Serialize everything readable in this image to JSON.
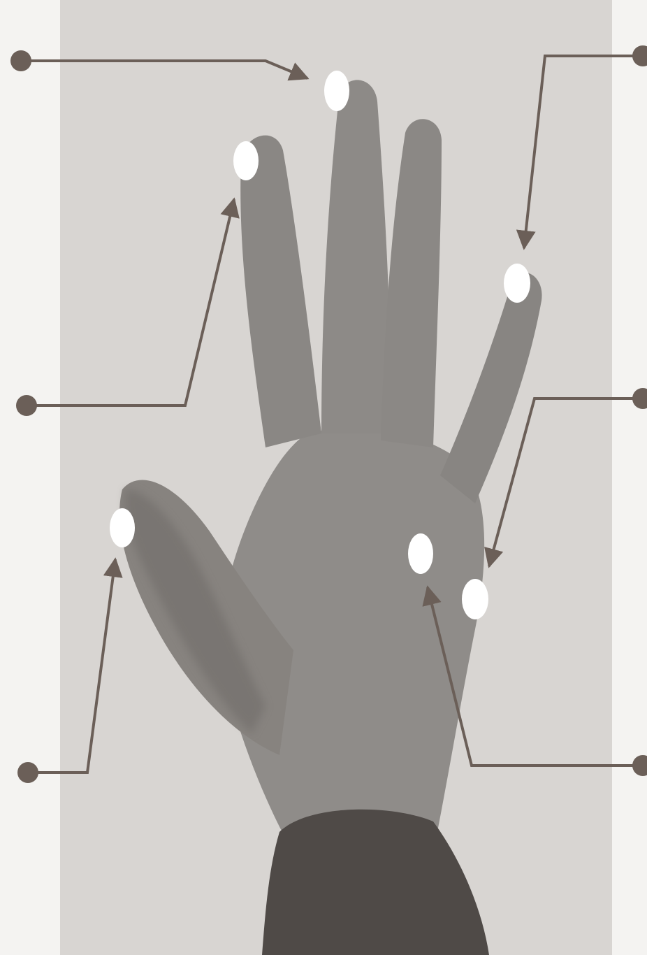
{
  "diagram": {
    "subject": "hand-back-view",
    "colors": {
      "page": "#f4f3f1",
      "panel": "#d8d5d2",
      "hand": "#8f8c89",
      "hand_shadow": "#6e6b68",
      "sleeve": "#4f4a47",
      "leader": "#6b5f58",
      "dot": "#ffffff"
    },
    "callouts": [
      {
        "id": "middle-finger-tip",
        "side": "left"
      },
      {
        "id": "ring-finger-tip",
        "side": "right"
      },
      {
        "id": "index-finger-tip",
        "side": "left"
      },
      {
        "id": "little-finger-knuckle",
        "side": "right"
      },
      {
        "id": "thumb-tip",
        "side": "left"
      },
      {
        "id": "index-finger-knuckle",
        "side": "right"
      }
    ]
  }
}
